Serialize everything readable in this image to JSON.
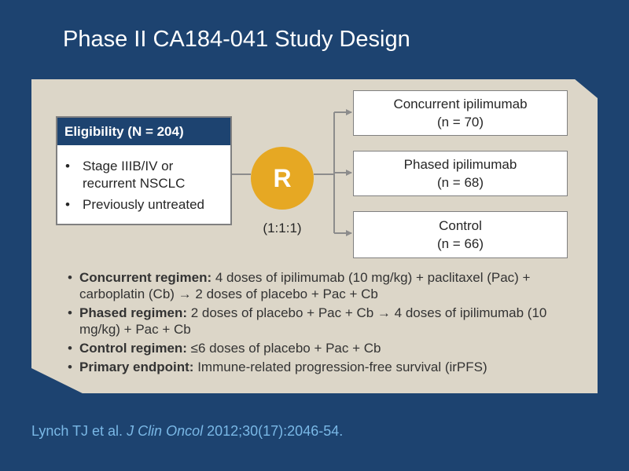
{
  "slide": {
    "title": "Phase II CA184-041 Study Design"
  },
  "eligibility": {
    "header": "Eligibility (N = 204)",
    "criteria": [
      "Stage IIIB/IV or recurrent NSCLC",
      "Previously untreated"
    ]
  },
  "randomization": {
    "symbol": "R",
    "ratio": "(1:1:1)"
  },
  "arms": [
    {
      "name": "Concurrent ipilimumab",
      "n": "(n = 70)"
    },
    {
      "name": "Phased ipilimumab",
      "n": "(n = 68)"
    },
    {
      "name": "Control",
      "n": "(n = 66)"
    }
  ],
  "regimens": [
    {
      "label": "Concurrent regimen:",
      "text": " 4 doses of ipilimumab (10 mg/kg) + paclitaxel (Pac) + carboplatin (Cb) → 2 doses of placebo + Pac + Cb"
    },
    {
      "label": "Phased regimen:",
      "text": " 2 doses of placebo + Pac + Cb → 4 doses of ipilimumab (10 mg/kg) + Pac + Cb"
    },
    {
      "label": "Control regimen:",
      "text": " ≤6 doses of placebo + Pac + Cb"
    },
    {
      "label": "Primary endpoint:",
      "text": " Immune-related progression-free survival (irPFS)"
    }
  ],
  "citation": {
    "authors": "Lynch TJ et al. ",
    "journal": "J Clin Oncol",
    "ref": " 2012;30(17):2046-54."
  },
  "colors": {
    "background": "#1d4370",
    "panel": "#dcd6c8",
    "randomization_circle": "#e6a823",
    "citation_text": "#7ab8e6",
    "connector": "#8c8c8c"
  },
  "icons": {
    "connector_arrowheads": "arrow-right-icon"
  }
}
